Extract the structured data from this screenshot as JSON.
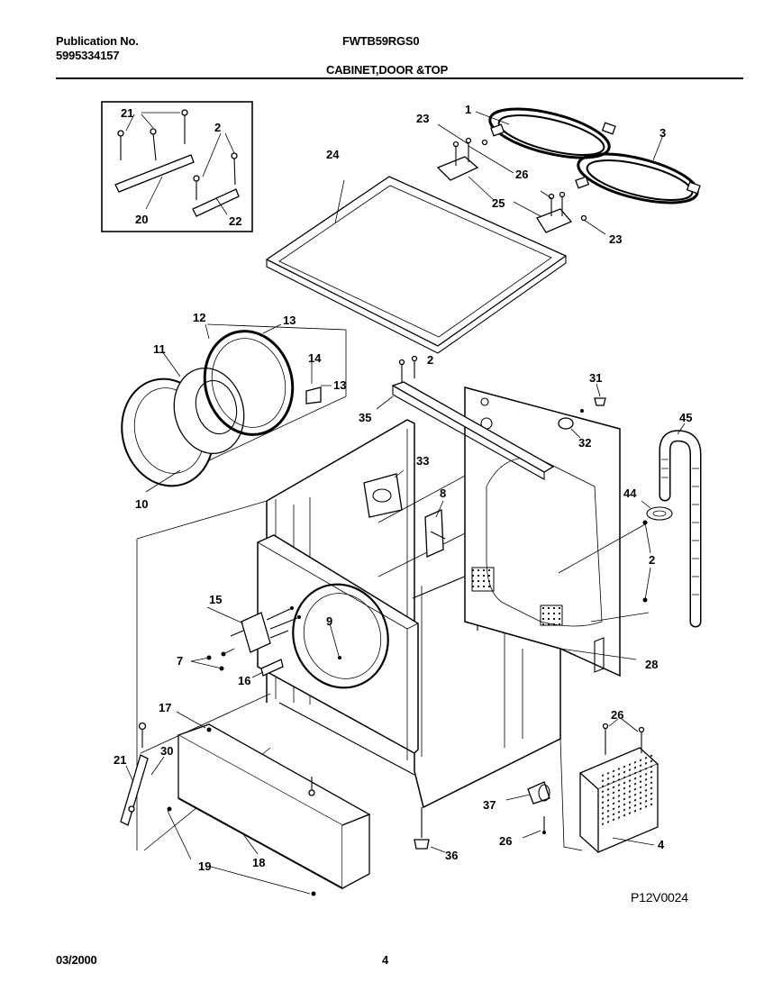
{
  "header": {
    "publication_label": "Publication No.",
    "publication_number": "5995334157",
    "model": "FWTB59RGS0",
    "section_title": "CABINET,DOOR &TOP"
  },
  "footer": {
    "date": "03/2000",
    "page_number": "4",
    "diagram_code": "P12V0024"
  },
  "callouts": [
    "1",
    "2",
    "3",
    "4",
    "7",
    "8",
    "9",
    "10",
    "11",
    "12",
    "13",
    "14",
    "15",
    "16",
    "17",
    "18",
    "19",
    "20",
    "21",
    "22",
    "23",
    "24",
    "25",
    "26",
    "28",
    "30",
    "31",
    "32",
    "33",
    "35",
    "36",
    "37",
    "44",
    "45"
  ]
}
